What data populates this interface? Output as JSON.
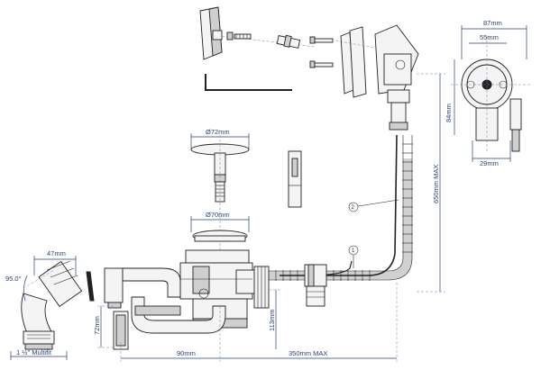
{
  "dimensions": {
    "d_87": "87mm",
    "d_55": "55mm",
    "d_84": "84mm",
    "d_29": "29mm",
    "d_72dia": "Ø72mm",
    "d_70dia": "Ø70mm",
    "d_650": "650mm MAX",
    "d_47": "47mm",
    "d_95": "95.0°",
    "d_72": "72mm",
    "d_113": "113mm",
    "d_90": "90mm",
    "d_350": "350mm MAX",
    "d_thread": "1 ½\" Multifit"
  },
  "callouts": {
    "c1": "1",
    "c2": "2"
  }
}
